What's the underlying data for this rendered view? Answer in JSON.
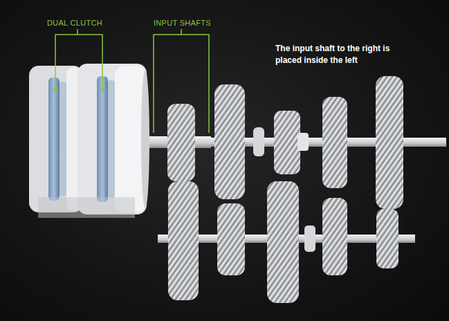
{
  "diagram": {
    "labels": [
      "DUAL CLUTCH",
      "INPUT SHAFTS",
      "The input shaft to the right is placed inside the left"
    ]
  }
}
